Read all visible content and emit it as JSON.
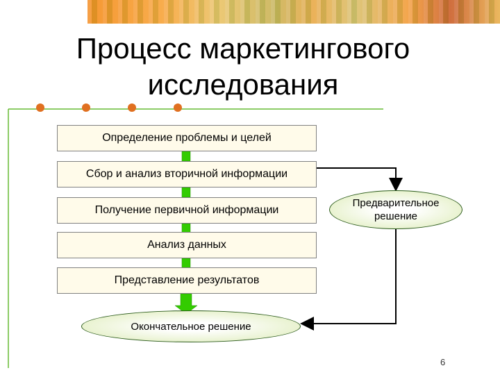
{
  "title_line1": "Процесс маркетингового",
  "title_line2": "исследования",
  "steps": [
    "Определение проблемы и целей",
    "Сбор и анализ вторичной информации",
    "Получение первичной информации",
    "Анализ данных",
    "Представление результатов"
  ],
  "preliminary_decision": "Предварительное решение",
  "final_decision": "Окончательное решение",
  "page_number": "6",
  "colors": {
    "arrow_green": "#33cc00",
    "box_fill": "#fffbea",
    "ellipse_fill": "#dcebb5",
    "dot_orange": "#e07020",
    "line_green": "#66bb33"
  }
}
